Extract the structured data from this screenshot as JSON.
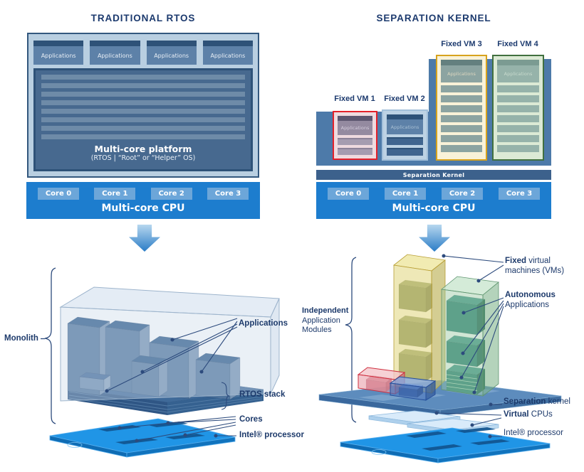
{
  "left": {
    "title": "TRADITIONAL RTOS",
    "apps": [
      "Applications",
      "Applications",
      "Applications",
      "Applications"
    ],
    "platform_title": "Multi-core platform",
    "platform_subtitle": "(RTOS | “Root” or “Helper” OS)",
    "cores": [
      "Core 0",
      "Core 1",
      "Core 2",
      "Core 3"
    ],
    "cpu_label": "Multi-core CPU",
    "labels": {
      "monolith": "Monolith",
      "applications": "Applications",
      "rtos_stack": "RTOS stack",
      "cores": "Cores",
      "intel": "Intel® processor"
    }
  },
  "right": {
    "title": "SEPARATION KERNEL",
    "vm_labels": [
      "Fixed VM 1",
      "Fixed VM 2",
      "Fixed VM 3",
      "Fixed VM 4"
    ],
    "vm_app": "Applications",
    "kernel_bar": "Separation Kernel",
    "cores": [
      "Core 0",
      "Core 1",
      "Core 2",
      "Core 3"
    ],
    "cpu_label": "Multi-core CPU",
    "labels": {
      "independent_bold": "Independent",
      "independent_rest": " Application Modules",
      "fixed_bold": "Fixed",
      "fixed_rest": " virtual machines (VMs)",
      "autonomous_bold": "Autonomous",
      "autonomous_rest": " Applications",
      "separation_bold": "Separation",
      "separation_rest": " kernel",
      "virtual_bold": "Virtual",
      "virtual_rest": " CPUs",
      "intel": "Intel® processor"
    }
  },
  "colors": {
    "title_navy": "#1c3a6e",
    "panel_light_blue": "#b9cfe1",
    "panel_border": "#33587e",
    "app_header": "#2e5278",
    "app_body": "#5d81a8",
    "cpu_blue": "#1d7dce",
    "core_chip": "#6ca6d9",
    "kernel_bar": "#3c618c",
    "backdrop_blue": "#4d7aa9",
    "vm1_border": "#e3212a",
    "vm3_border": "#d7a31d",
    "vm4_border": "#41703f"
  }
}
